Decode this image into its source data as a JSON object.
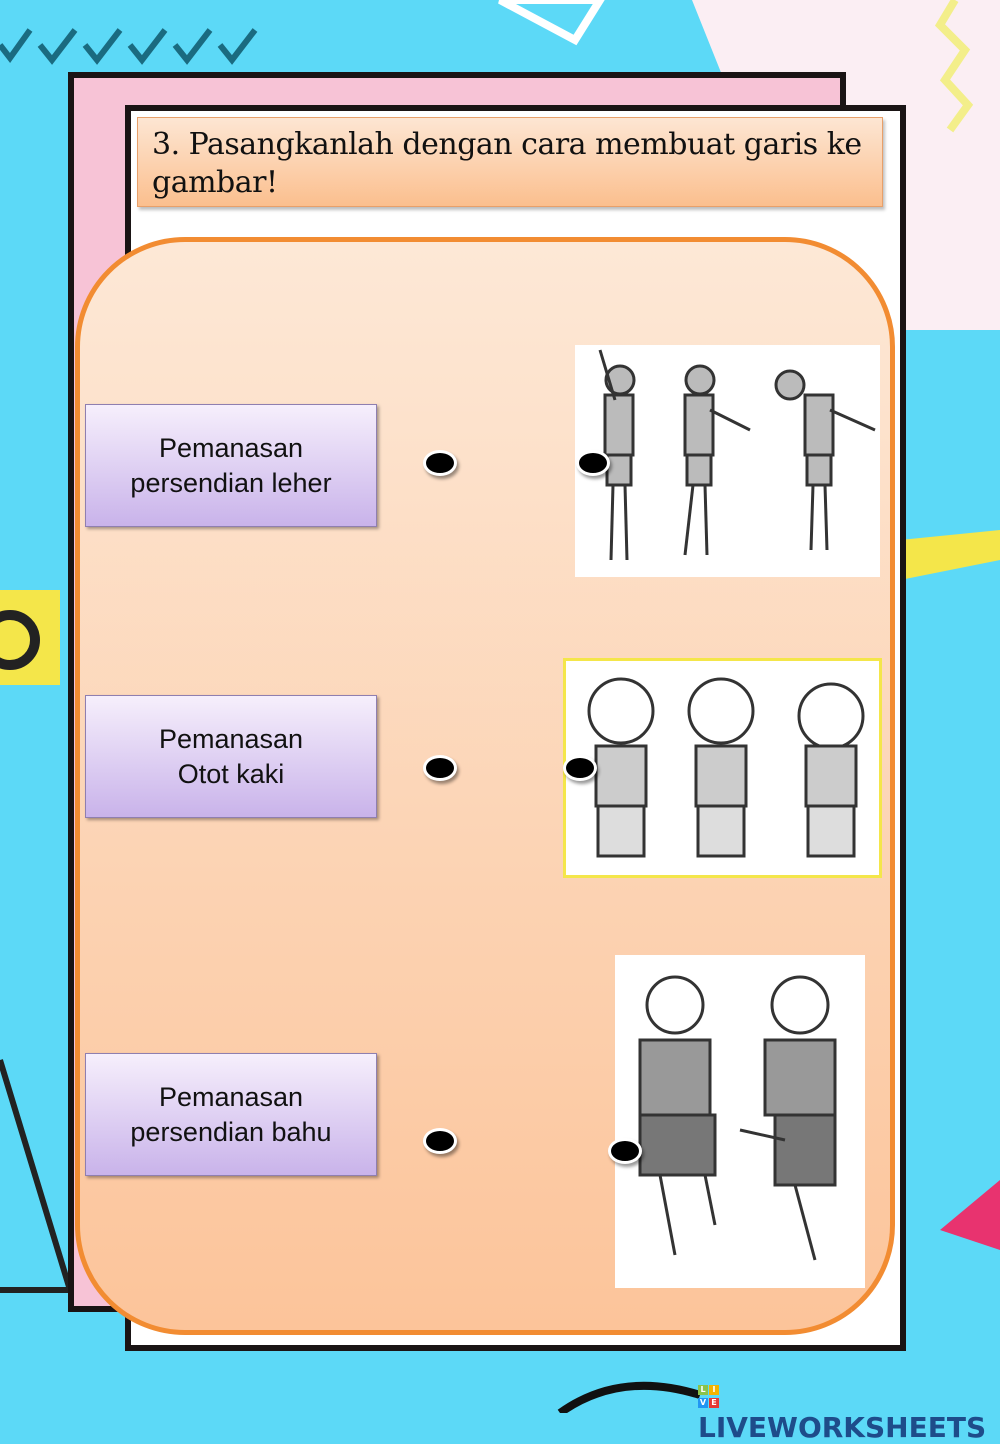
{
  "title": "3.  Pasangkanlah dengan cara membuat garis ke gambar!",
  "items": [
    {
      "label": "Pemanasan persendian leher",
      "line1": "Pemanasan",
      "line2": "persendian leher"
    },
    {
      "label": "Pemanasan Otot kaki",
      "line1": "Pemanasan",
      "line2": "Otot kaki"
    },
    {
      "label": "Pemanasan persendian bahu",
      "line1": "Pemanasan",
      "line2": "persendian bahu"
    }
  ],
  "images": [
    "shoulder-stretch-boys",
    "neck-stretch-girls",
    "leg-stretch-boys"
  ],
  "branding": {
    "logo_text": "LIVEWORKSHEETS",
    "logo_letters": [
      "L",
      "I",
      "V",
      "E"
    ]
  },
  "colors": {
    "background": "#5cd9f7",
    "panel_border": "#f28c32",
    "label_box": "#c9b3ea",
    "frame": "#1a1414"
  }
}
